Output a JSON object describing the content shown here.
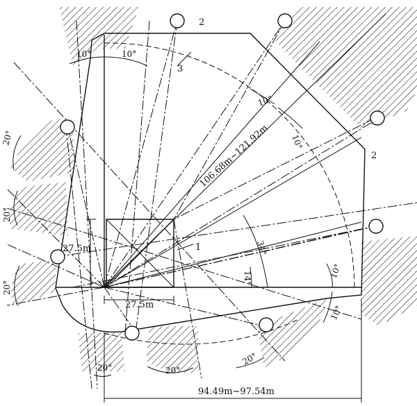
{
  "labels": {
    "top_angle_left": "10°",
    "top_angle_right": "10°",
    "mark_2_top": "2",
    "mark_2_right": "2",
    "mark_3": "3",
    "mark_1": "1",
    "angle_upper_a": "10°",
    "angle_upper_b": "10°",
    "radius": "106.68m~121.92m",
    "angle_34": "34°",
    "angle_14": "14°",
    "angle_right_10a": "10°",
    "angle_right_10b": "10°",
    "left_20_upper": "20°",
    "left_20_mid": "20°",
    "left_20_lower": "20°",
    "dim_vertical": "27.5m",
    "dim_horizontal": "27.5m",
    "bottom_20_left": "20°",
    "bottom_20_mid": "20°",
    "bottom_20_right": "20°",
    "bottom_distance": "94.49m~97.54m"
  }
}
